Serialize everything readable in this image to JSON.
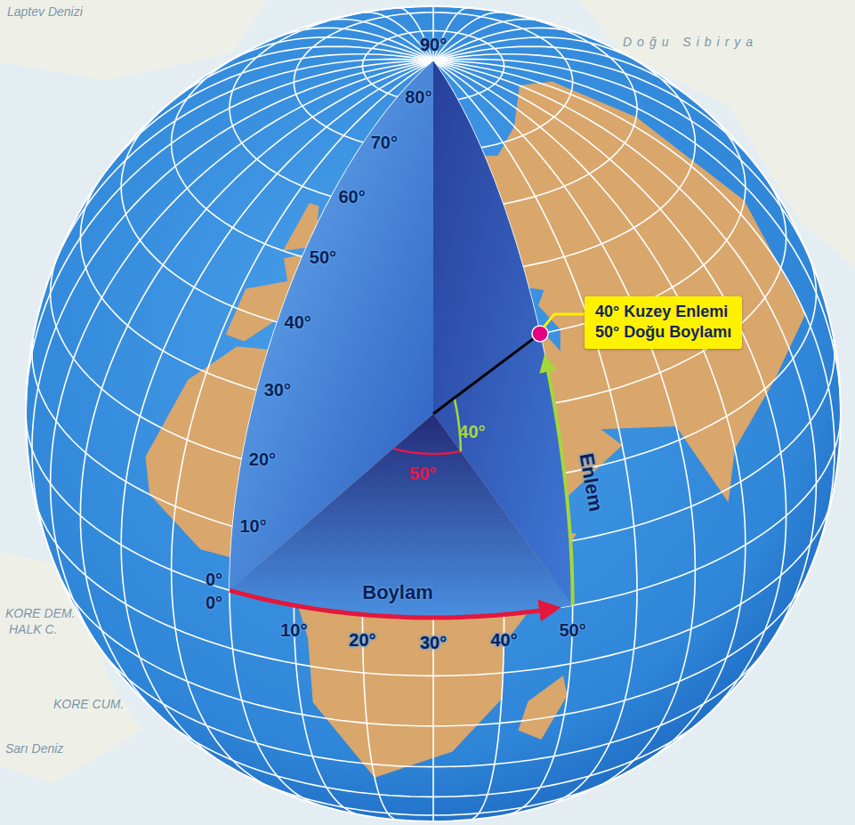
{
  "diagram": {
    "nodes": [
      {
        "text": [
          "40° Kuzey Enlemi",
          "50° Doğu Boylamı"
        ]
      }
    ],
    "labels": [
      "Laptev Denizi",
      "Doğu Sibirya",
      "90°",
      "80°",
      "70°",
      "60°",
      "50°",
      "40°",
      "30°",
      "20°",
      "10°",
      "0°",
      "0°",
      "10°",
      "20°",
      "30°",
      "40°",
      "50°",
      "Boylam",
      "Enlem",
      "40°",
      "50°",
      "KORE DEM.",
      "HALK C.",
      "KORE CUM.",
      "Sarı Deniz"
    ]
  }
}
